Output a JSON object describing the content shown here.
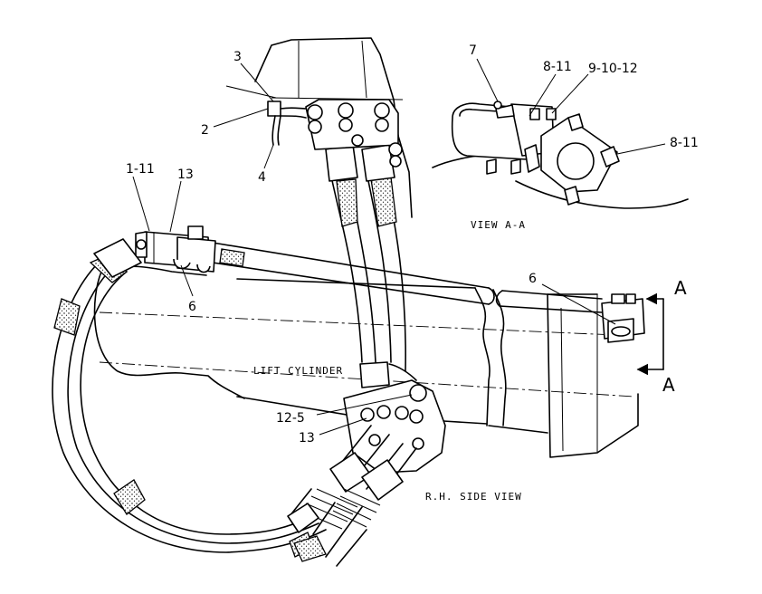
{
  "callouts": {
    "item_3": "3",
    "item_2": "2",
    "item_4": "4",
    "item_1_11": "1-11",
    "item_13_top": "13",
    "item_6_left": "6",
    "item_7": "7",
    "item_8_11_top": "8-11",
    "item_9_10_12": "9-10-12",
    "item_8_11_right": "8-11",
    "item_6_right": "6",
    "item_12_5": "12-5",
    "item_13_bottom": "13"
  },
  "captions": {
    "view_aa": "VIEW A-A",
    "lift_cylinder": "LIFT CYLINDER",
    "rh_side_view": "R.H. SIDE VIEW"
  },
  "section_marks": {
    "top": "A",
    "bottom": "A"
  }
}
